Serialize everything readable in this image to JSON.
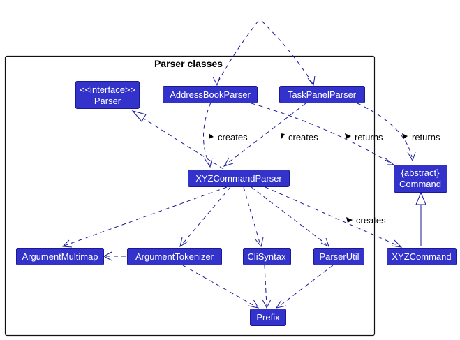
{
  "package": {
    "title": "Parser classes"
  },
  "classes": {
    "parser": {
      "lines": [
        "<<interface>>",
        "Parser"
      ]
    },
    "addressBookParser": {
      "lines": [
        "AddressBookParser"
      ]
    },
    "taskPanelParser": {
      "lines": [
        "TaskPanelParser"
      ]
    },
    "xyzCommandParser": {
      "lines": [
        "XYZCommandParser"
      ]
    },
    "command": {
      "lines": [
        "{abstract}",
        "Command"
      ]
    },
    "argumentMultimap": {
      "lines": [
        "ArgumentMultimap"
      ]
    },
    "argumentTokenizer": {
      "lines": [
        "ArgumentTokenizer"
      ]
    },
    "cliSyntax": {
      "lines": [
        "CliSyntax"
      ]
    },
    "parserUtil": {
      "lines": [
        "ParserUtil"
      ]
    },
    "xyzCommand": {
      "lines": [
        "XYZCommand"
      ]
    },
    "prefix": {
      "lines": [
        "Prefix"
      ]
    }
  },
  "edge_labels": {
    "creates_1": "creates",
    "creates_2": "creates",
    "returns_1": "returns",
    "returns_2": "returns",
    "creates_3": "creates"
  },
  "colors": {
    "class_fill": "#3333cc",
    "class_border": "#1a1a99",
    "class_text": "#ffffff",
    "edge": "#1a1a99"
  }
}
